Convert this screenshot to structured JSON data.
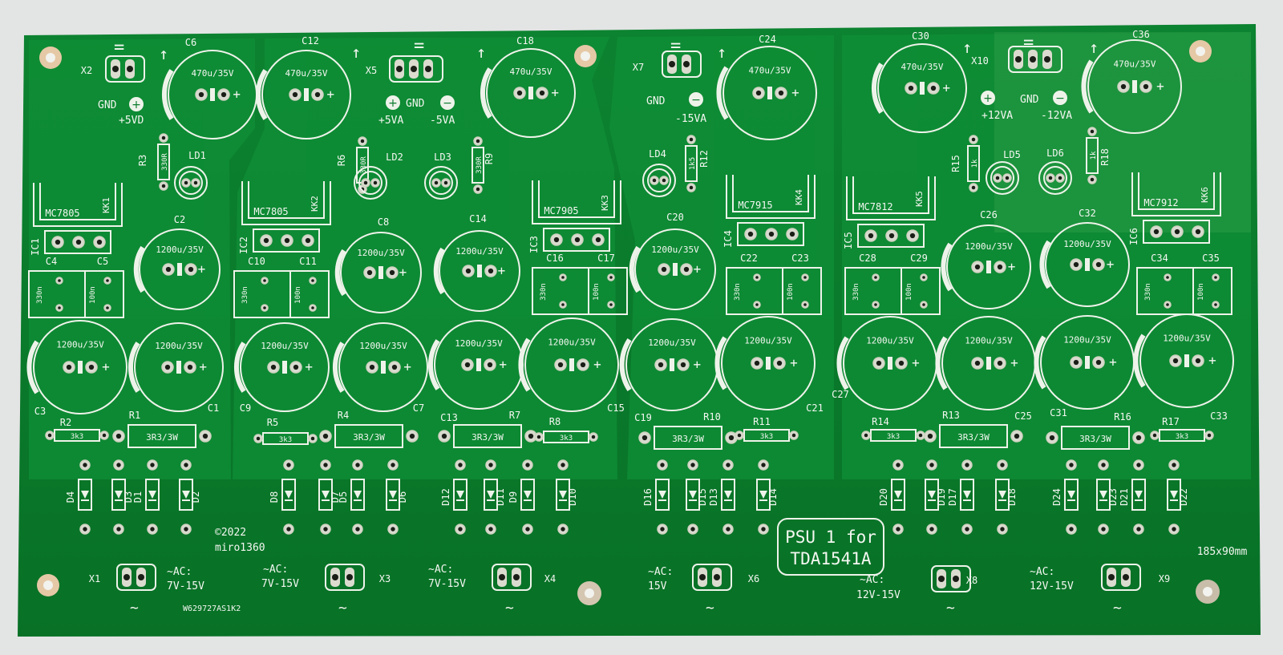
{
  "board": {
    "title_line1": "PSU 1 for",
    "title_line2": "TDA1541A",
    "size": "185x90mm",
    "copyright": "©2022",
    "author": "miro1360",
    "order_code": "W629727AS1K2",
    "colors": {
      "board": "#0a7a2c",
      "board_dark": "#066222",
      "silk": "#f4f7f1",
      "copper": "#c9a28a",
      "background": "#e3e4e4"
    }
  },
  "regulators": [
    {
      "ic": "IC1",
      "kk": "KK1",
      "part": "MC7805"
    },
    {
      "ic": "IC2",
      "kk": "KK2",
      "part": "MC7805"
    },
    {
      "ic": "IC3",
      "kk": "KK3",
      "part": "MC7905"
    },
    {
      "ic": "IC4",
      "kk": "KK4",
      "part": "MC7915"
    },
    {
      "ic": "IC5",
      "kk": "KK5",
      "part": "MC7812"
    },
    {
      "ic": "IC6",
      "kk": "KK6",
      "part": "MC7912"
    }
  ],
  "caps_small_value": "470u/35V",
  "caps_big_value": "1200u/35V",
  "cap_330n": "330n",
  "cap_100n": "100n",
  "res_3k3": "3k3",
  "res_3r3": "3R3/3W",
  "res_330r": "330R",
  "res_1k5": "1k5",
  "res_1k": "1k",
  "labels": {
    "C1": "C1",
    "C2": "C2",
    "C3": "C3",
    "C4": "C4",
    "C5": "C5",
    "C6": "C6",
    "C7": "C7",
    "C8": "C8",
    "C9": "C9",
    "C10": "C10",
    "C11": "C11",
    "C12": "C12",
    "C13": "C13",
    "C14": "C14",
    "C15": "C15",
    "C16": "C16",
    "C17": "C17",
    "C18": "C18",
    "C19": "C19",
    "C20": "C20",
    "C21": "C21",
    "C22": "C22",
    "C23": "C23",
    "C24": "C24",
    "C25": "C25",
    "C26": "C26",
    "C27": "C27",
    "C28": "C28",
    "C29": "C29",
    "C30": "C30",
    "C31": "C31",
    "C32": "C32",
    "C33": "C33",
    "C34": "C34",
    "C35": "C35",
    "C36": "C36",
    "R1": "R1",
    "R2": "R2",
    "R3": "R3",
    "R4": "R4",
    "R5": "R5",
    "R6": "R6",
    "R7": "R7",
    "R8": "R8",
    "R9": "R9",
    "R10": "R10",
    "R11": "R11",
    "R12": "R12",
    "R13": "R13",
    "R14": "R14",
    "R15": "R15",
    "R16": "R16",
    "R17": "R17",
    "R18": "R18",
    "LD1": "LD1",
    "LD2": "LD2",
    "LD3": "LD3",
    "LD4": "LD4",
    "LD5": "LD5",
    "LD6": "LD6",
    "X1": "X1",
    "X2": "X2",
    "X3": "X3",
    "X4": "X4",
    "X5": "X5",
    "X6": "X6",
    "X7": "X7",
    "X8": "X8",
    "X9": "X9",
    "X10": "X10",
    "D1": "D1",
    "D2": "D2",
    "D3": "D3",
    "D4": "D4",
    "D5": "D5",
    "D6": "D6",
    "D7": "D7",
    "D8": "D8",
    "D9": "D9",
    "D10": "D10",
    "D11": "D11",
    "D12": "D12",
    "D13": "D13",
    "D14": "D14",
    "D15": "D15",
    "D16": "D16",
    "D17": "D17",
    "D18": "D18",
    "D19": "D19",
    "D20": "D20",
    "D21": "D21",
    "D22": "D22",
    "D23": "D23",
    "D24": "D24"
  },
  "outputs": {
    "gnd": "GND",
    "p5vd": "+5VD",
    "p5va": "+5VA",
    "m5va": "-5VA",
    "m15va": "-15VA",
    "p12va": "+12VA",
    "m12va": "-12VA"
  },
  "ac_inputs": {
    "ac_prefix": "~AC:",
    "v7_15": "7V-15V",
    "v15": "15V",
    "v12_15": "12V-15V",
    "tilde": "~"
  },
  "symbols": {
    "arrow_up": "↑",
    "dc": "="
  }
}
